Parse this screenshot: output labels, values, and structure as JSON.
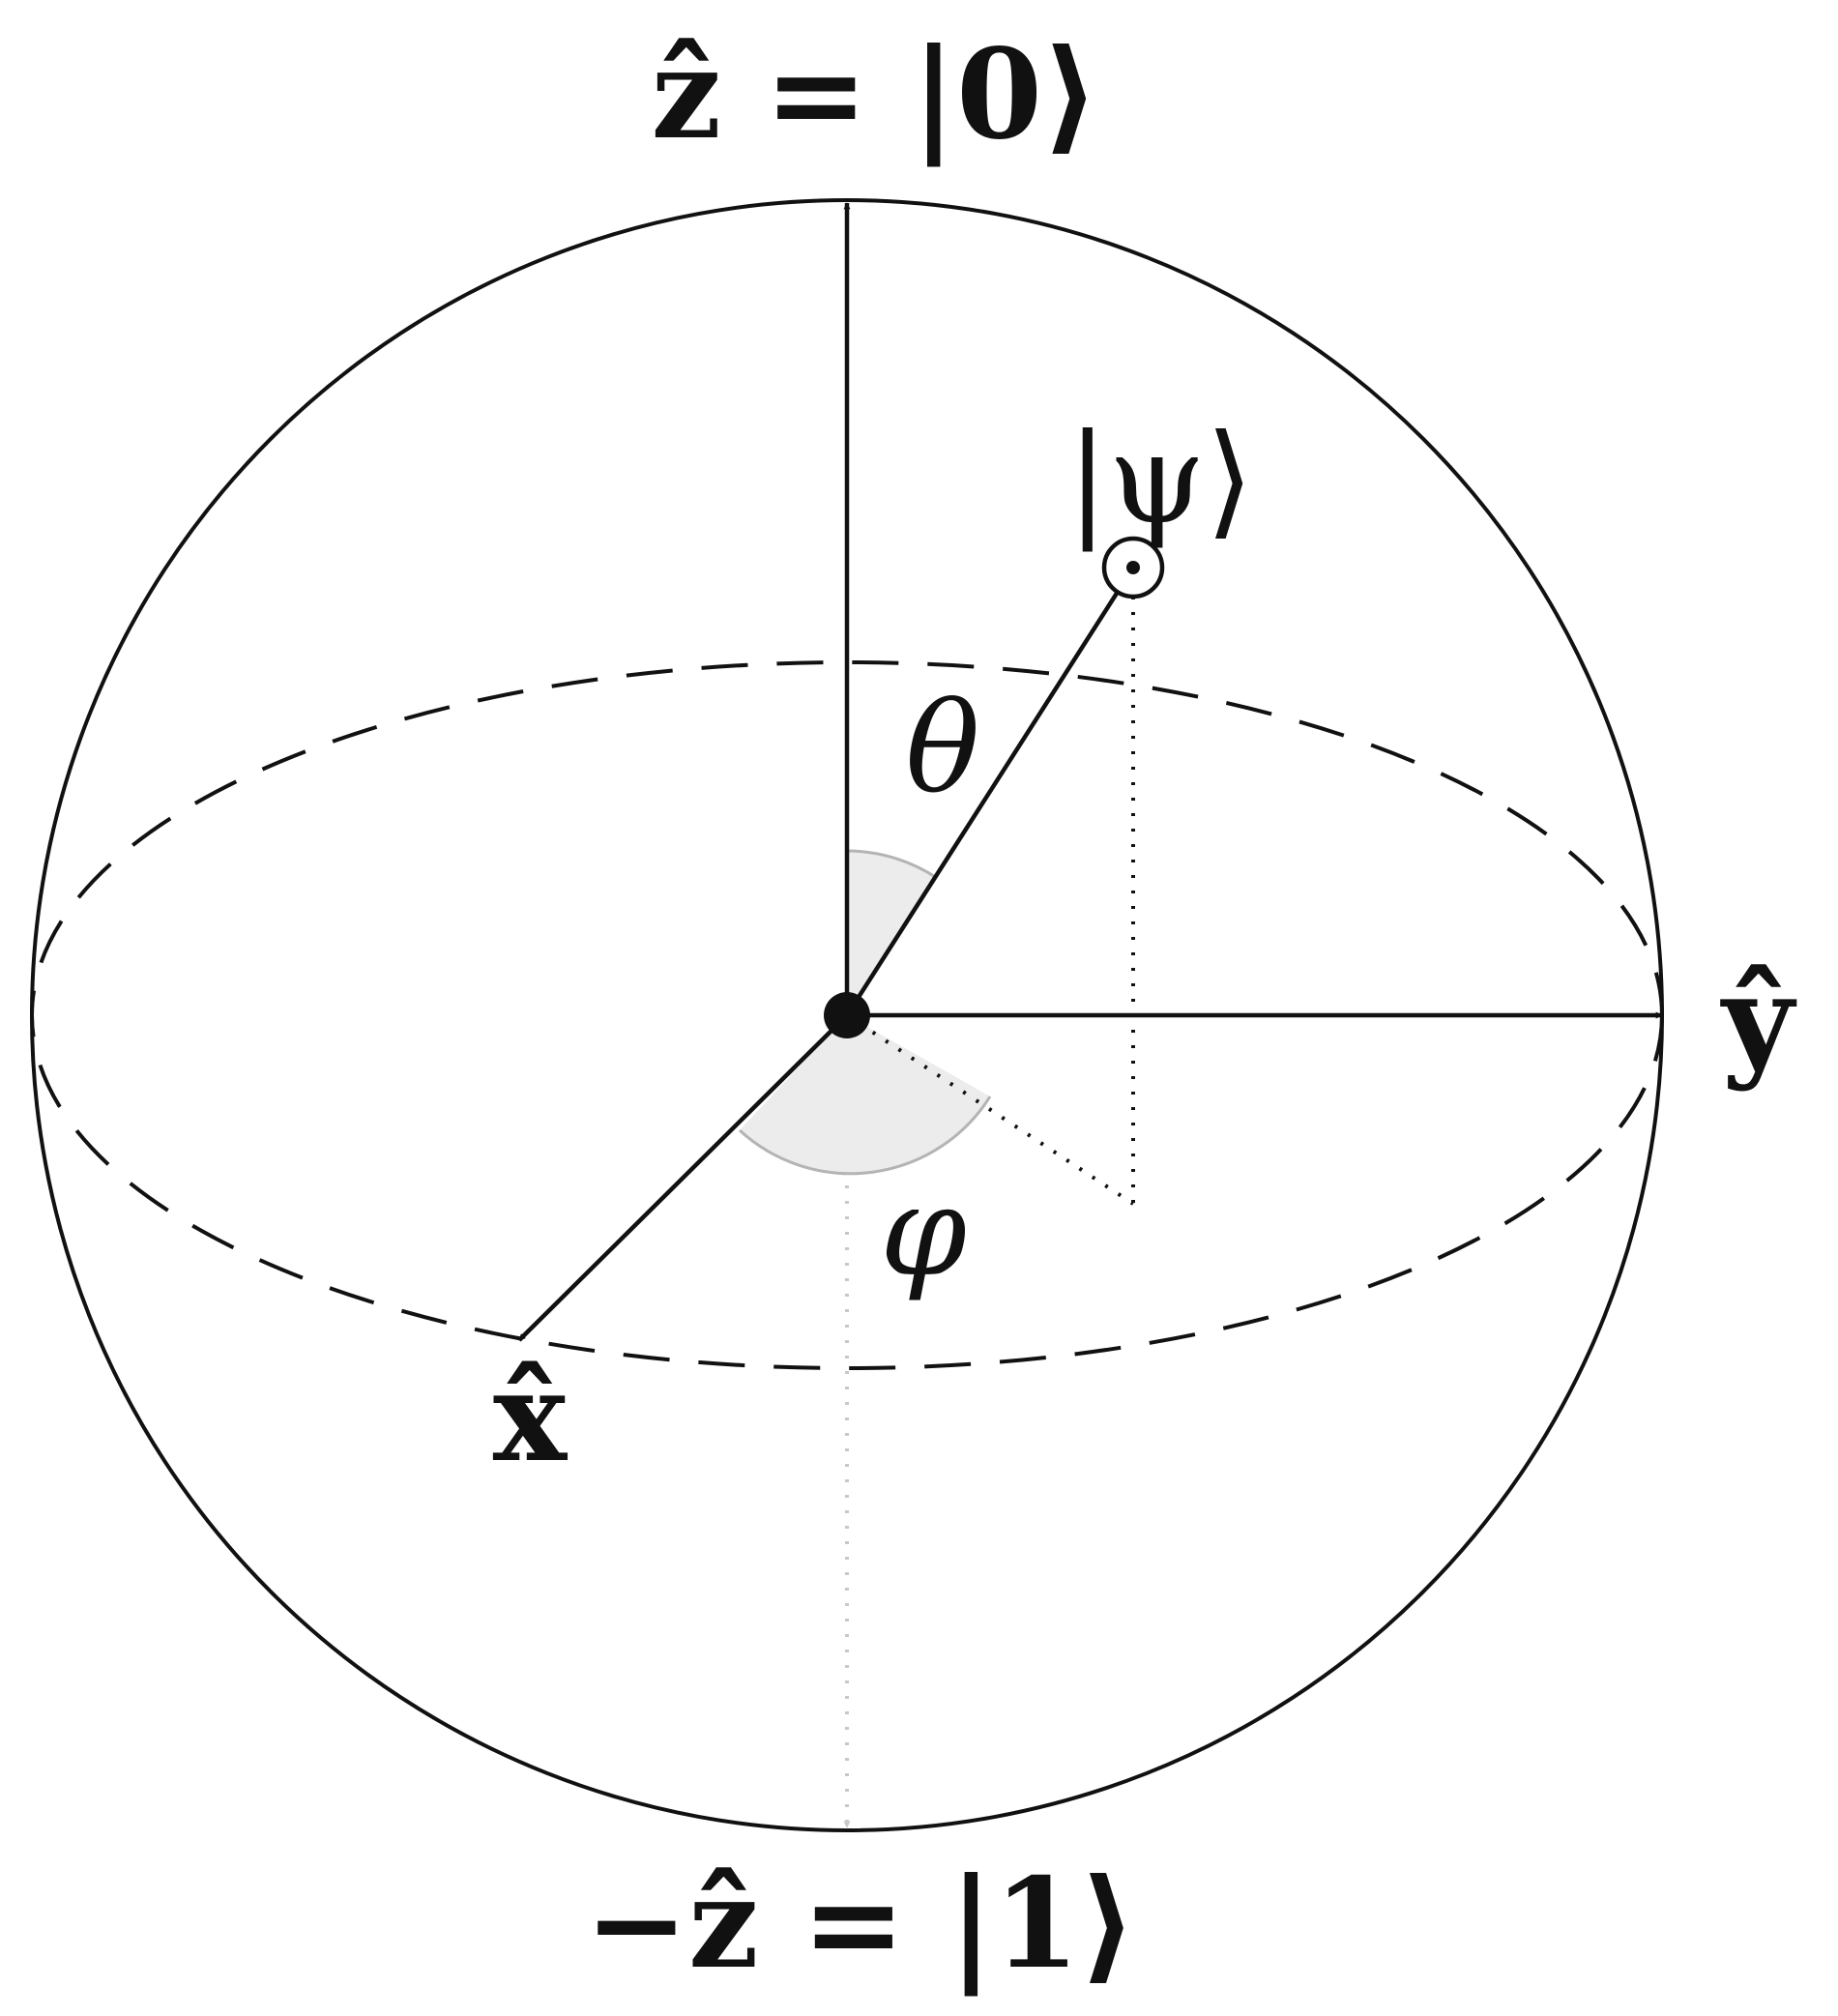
{
  "labels": {
    "z_top": "ẑ = |0⟩",
    "z_bottom": "−ẑ = |1⟩",
    "y_axis": "ŷ",
    "x_axis": "x̂",
    "psi_ket": "|ψ⟩",
    "theta": "θ",
    "phi": "φ"
  },
  "colors": {
    "ink": "#111111",
    "faint_axis": "#c8c8c8",
    "angle_fill": "#ececec",
    "angle_stroke": "#b4b4b4"
  }
}
